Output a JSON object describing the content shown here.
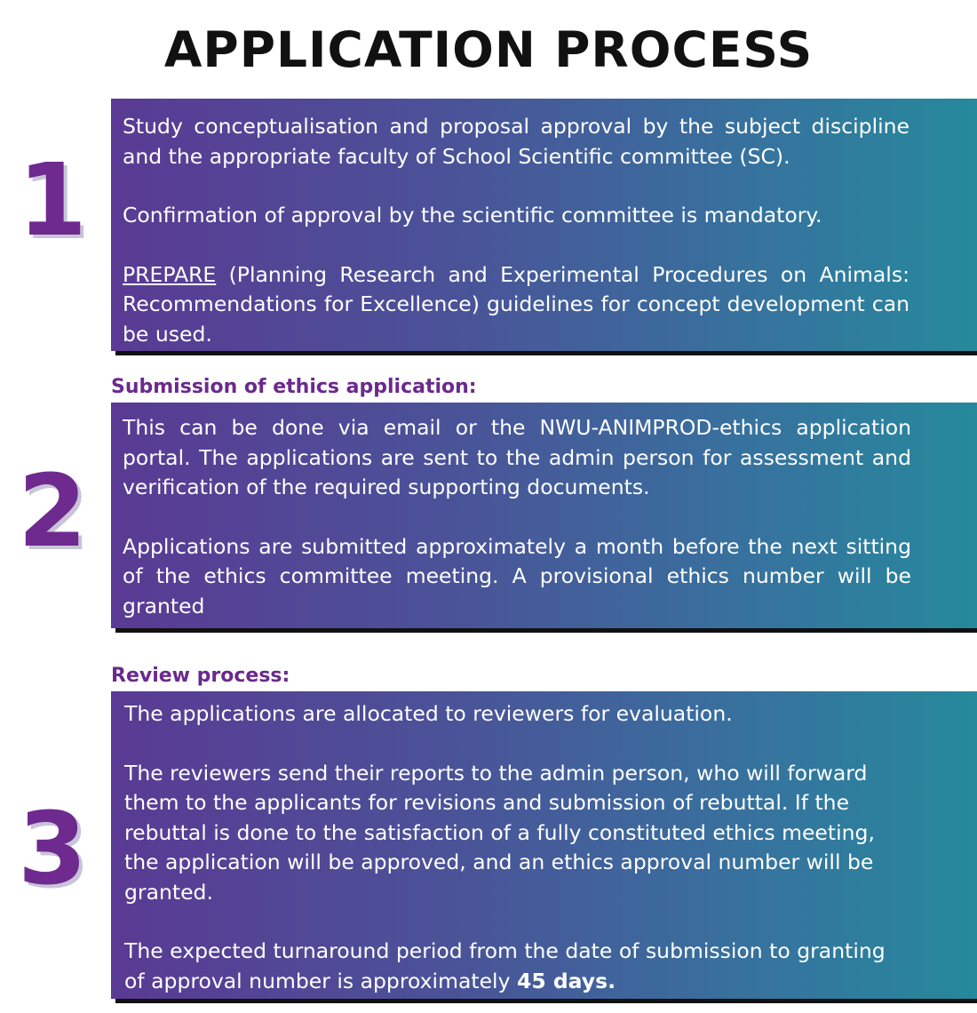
{
  "title": "APPLICATION PROCESS",
  "colors": {
    "number_purple": "#6e2a8f",
    "heading_purple": "#6a2a8c",
    "gradient_start": "#5a3a94",
    "gradient_end": "#26899c",
    "panel_text": "#ffffff"
  },
  "steps": [
    {
      "number": "1",
      "heading": "",
      "paragraphs": [
        "Study conceptualisation and proposal approval by the subject discipline and the appropriate faculty of School Scientific committee (SC).",
        "Confirmation of approval by the scientific committee is mandatory."
      ],
      "prepare_link": "PREPARE",
      "prepare_text": " (Planning Research and Experimental Procedures on Animals: Recommendations for Excellence) guidelines for concept development can be used."
    },
    {
      "number": "2",
      "heading": "Submission of ethics application:",
      "paragraphs": [
        "This can be done via email or the NWU-ANIMPROD-ethics application portal. The applications are sent to the admin person for assessment and verification of the required supporting documents.",
        "Applications are submitted approximately a month before the next sitting of the ethics committee meeting. A provisional ethics number will be granted"
      ]
    },
    {
      "number": "3",
      "heading": "Review process:",
      "paragraphs": [
        "The applications are allocated to reviewers for evaluation.",
        "The reviewers send their reports to the admin person, who will forward them to the applicants for revisions and submission of rebuttal. If the rebuttal is done to the satisfaction of a fully constituted ethics meeting, the application will be approved, and an ethics approval number will be granted."
      ],
      "turnaround_text": "The expected turnaround period from the date of submission to granting of approval number is approximately ",
      "turnaround_bold": "45 days."
    }
  ]
}
